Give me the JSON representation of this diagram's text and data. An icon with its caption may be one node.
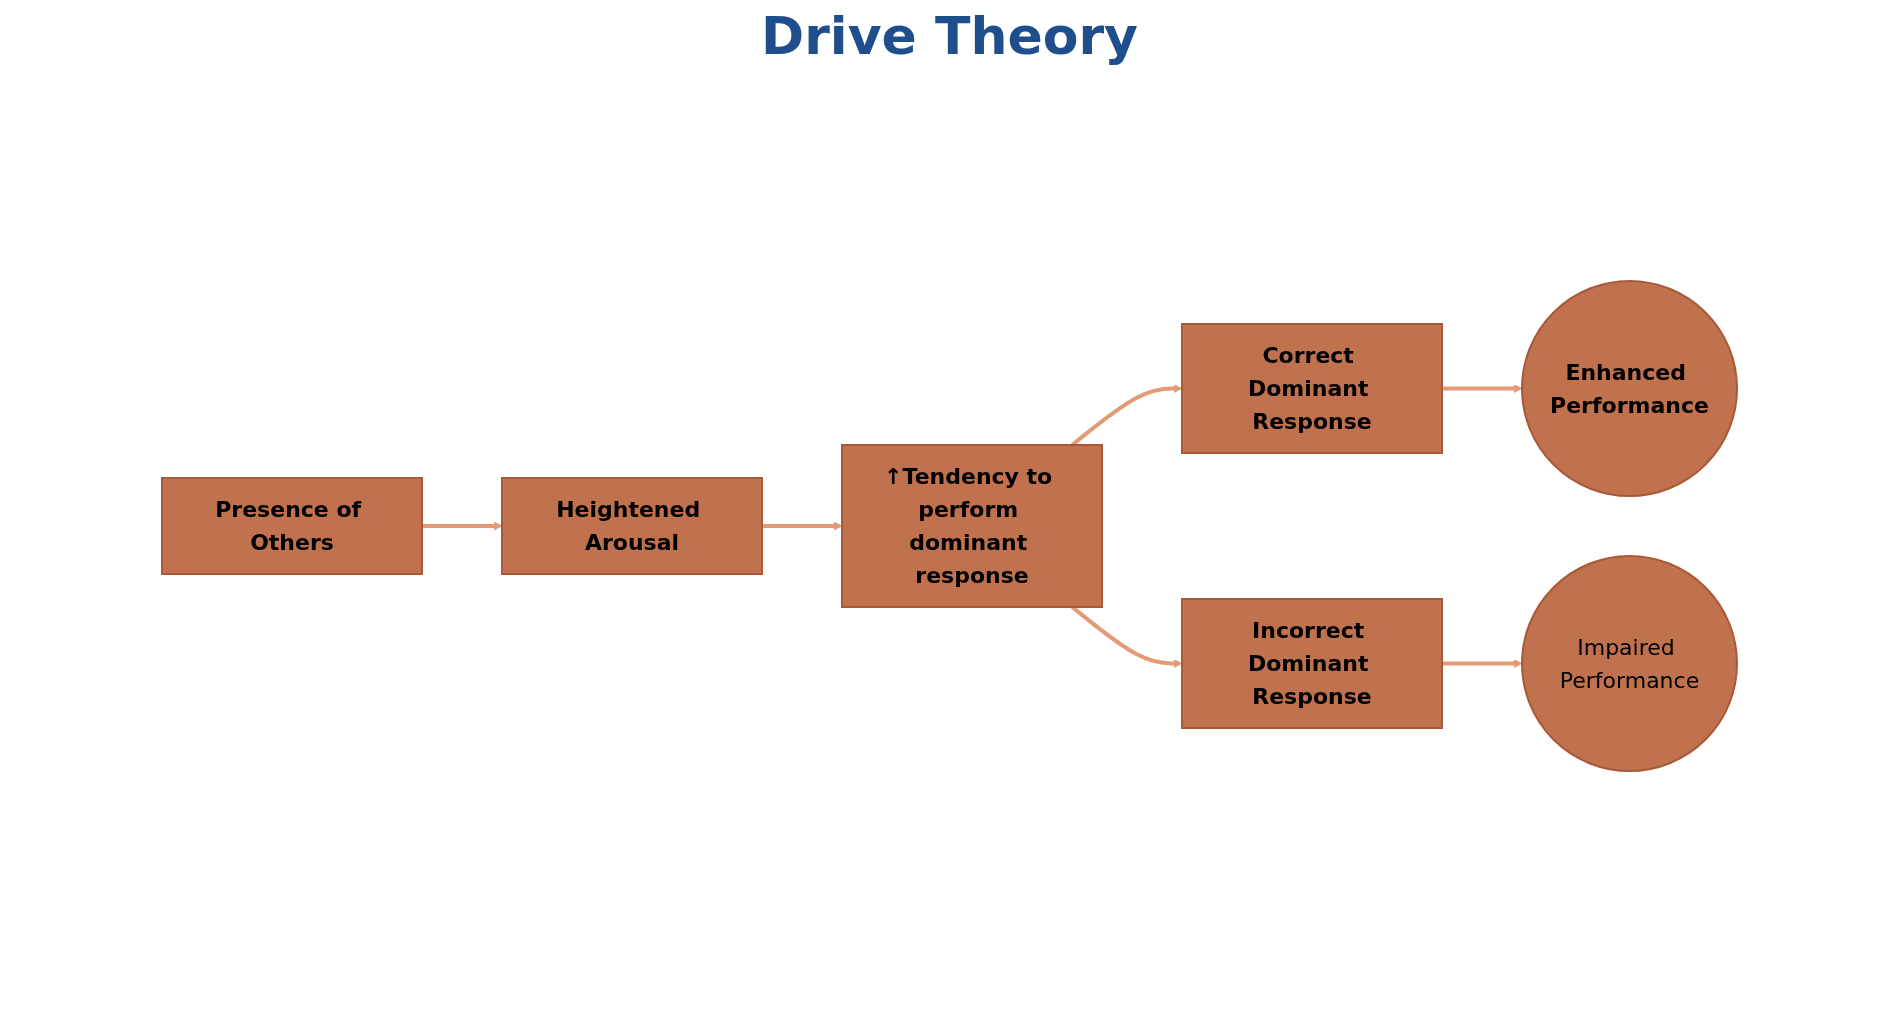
{
  "diagram": {
    "title": "Drive Theory",
    "nodes": [
      {
        "text": [
          "Presence of Others"
        ]
      },
      {
        "text": [
          "Heightened Arousal"
        ]
      },
      {
        "text": [
          "↑Tendency to perform dominant response"
        ]
      },
      {
        "text": [
          "Correct Dominant Response"
        ]
      },
      {
        "text": [
          "Enhanced Performance"
        ]
      },
      {
        "text": [
          "Incorrect Dominant Response"
        ]
      },
      {
        "text": [
          "Impaired Performance"
        ]
      }
    ],
    "edges": [
      {
        "from": 0,
        "to": 1,
        "arrow": "to"
      },
      {
        "from": 1,
        "to": 2,
        "arrow": "to"
      },
      {
        "from": 2,
        "to": 3,
        "arrow": "to"
      },
      {
        "from": 2,
        "to": 5,
        "arrow": "to"
      },
      {
        "from": 3,
        "to": 4,
        "arrow": "to"
      },
      {
        "from": 5,
        "to": 6,
        "arrow": "to"
      }
    ]
  }
}
